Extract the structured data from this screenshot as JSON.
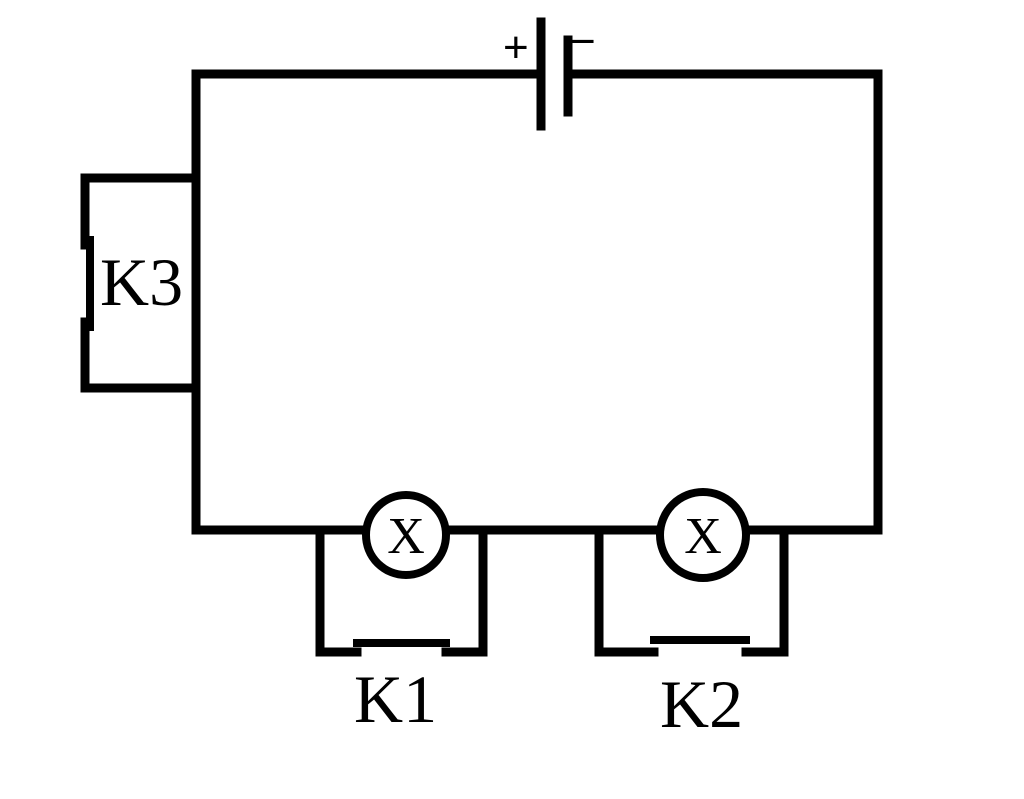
{
  "colors": {
    "wire": "#000000",
    "background": "#ffffff"
  },
  "battery": {
    "plus_sign": "+",
    "minus_sign": "−"
  },
  "switches": {
    "k1_label": "K1",
    "k2_label": "K2",
    "k3_label": "K3"
  },
  "lamps": {
    "lamp1_symbol": "X",
    "lamp2_symbol": "X"
  }
}
